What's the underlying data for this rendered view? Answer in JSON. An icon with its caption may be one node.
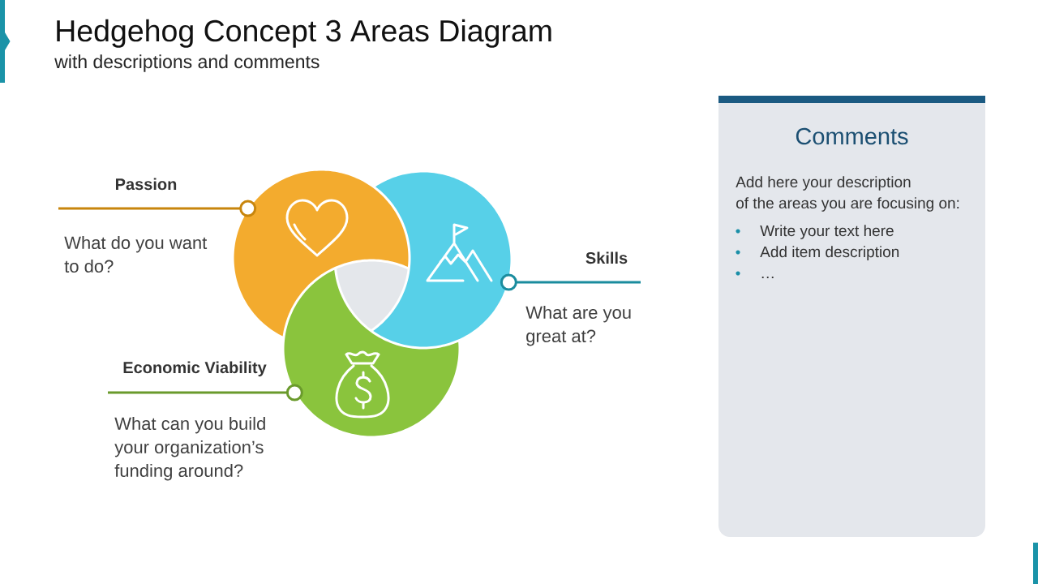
{
  "diagram": {
    "title": "Hedgehog Concept 3 Areas Diagram",
    "nodes": [
      {
        "text": [
          "Passion",
          "What do you want to do?"
        ]
      },
      {
        "text": [],
        "shape": "circle"
      },
      {
        "text": [],
        "shape": "circle"
      },
      {
        "text": [
          "Skills",
          "What are you great at?"
        ]
      },
      {
        "text": [
          "Economic Viability",
          "What can you build your organization’s funding around?"
        ]
      },
      {
        "text": [],
        "shape": "circle"
      },
      {
        "text": [],
        "shape": "triangle"
      },
      {
        "text": [
          "Comments",
          "Add here your description of the areas you are focusing on:",
          "Write your text here",
          "Add item description",
          "…"
        ]
      }
    ],
    "edges": [
      {
        "from": 0,
        "to": 1,
        "arrow": "other",
        "color": "#c8850c"
      },
      {
        "from": 3,
        "to": 2,
        "arrow": "other",
        "color": "#1a8c9e"
      },
      {
        "from": 4,
        "to": 5,
        "arrow": "other",
        "color": "#6a9a2c"
      }
    ],
    "labels": [
      "with descriptions and comments"
    ]
  }
}
